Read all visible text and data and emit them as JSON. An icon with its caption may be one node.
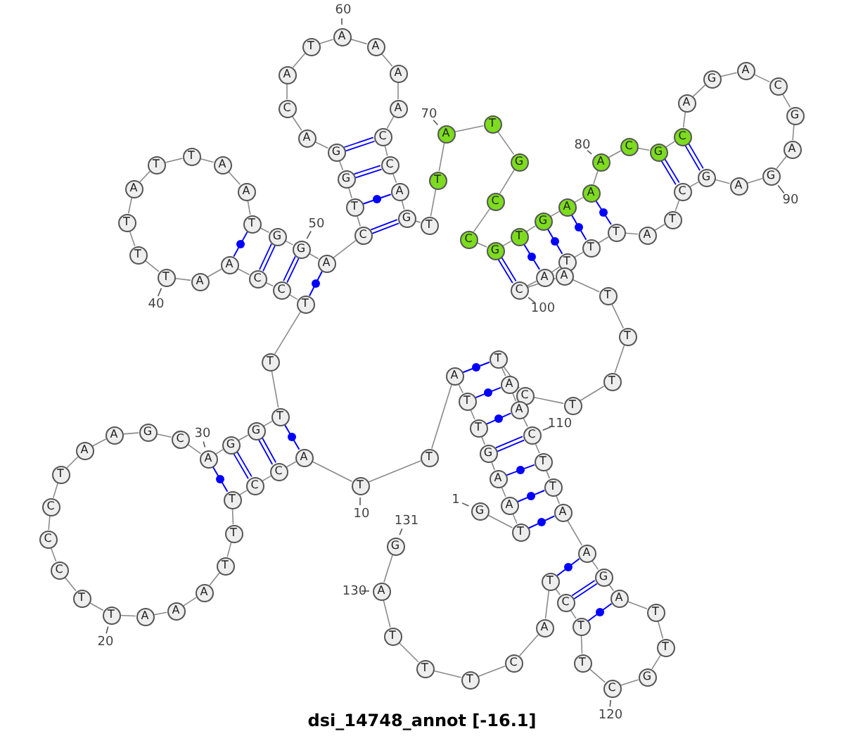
{
  "diagram": {
    "title": "dsi_14748_annot [-16.1]",
    "nodes": [
      {
        "text": [
          "G"
        ],
        "beside": [
          "1"
        ]
      },
      {
        "text": [
          "T"
        ]
      },
      {
        "text": [
          "A"
        ]
      },
      {
        "text": [
          "A"
        ]
      },
      {
        "text": [
          "G"
        ]
      },
      {
        "text": [
          "T"
        ]
      },
      {
        "text": [
          "T"
        ]
      },
      {
        "text": [
          "A"
        ]
      },
      {
        "text": [
          "T"
        ]
      },
      {
        "text": [
          "T"
        ],
        "beside": [
          "10"
        ]
      },
      {
        "text": [
          "A"
        ]
      },
      {
        "text": [
          "C"
        ]
      },
      {
        "text": [
          "C"
        ]
      },
      {
        "text": [
          "T"
        ]
      },
      {
        "text": [
          "T"
        ]
      },
      {
        "text": [
          "T"
        ]
      },
      {
        "text": [
          "A"
        ]
      },
      {
        "text": [
          "A"
        ]
      },
      {
        "text": [
          "A"
        ]
      },
      {
        "text": [
          "T"
        ],
        "beside": [
          "20"
        ]
      },
      {
        "text": [
          "T"
        ]
      },
      {
        "text": [
          "C"
        ]
      },
      {
        "text": [
          "C"
        ]
      },
      {
        "text": [
          "C"
        ]
      },
      {
        "text": [
          "T"
        ]
      },
      {
        "text": [
          "A"
        ]
      },
      {
        "text": [
          "A"
        ]
      },
      {
        "text": [
          "G"
        ]
      },
      {
        "text": [
          "C"
        ]
      },
      {
        "text": [
          "A"
        ],
        "beside": [
          "30"
        ]
      },
      {
        "text": [
          "G"
        ]
      },
      {
        "text": [
          "G"
        ]
      },
      {
        "text": [
          "T"
        ]
      },
      {
        "text": [
          "T"
        ]
      },
      {
        "text": [
          "T"
        ]
      },
      {
        "text": [
          "C"
        ]
      },
      {
        "text": [
          "C"
        ]
      },
      {
        "text": [
          "A"
        ]
      },
      {
        "text": [
          "A"
        ]
      },
      {
        "text": [
          "T"
        ],
        "beside": [
          "40"
        ]
      },
      {
        "text": [
          "T"
        ]
      },
      {
        "text": [
          "T"
        ]
      },
      {
        "text": [
          "A"
        ]
      },
      {
        "text": [
          "T"
        ]
      },
      {
        "text": [
          "T"
        ]
      },
      {
        "text": [
          "A"
        ]
      },
      {
        "text": [
          "A"
        ]
      },
      {
        "text": [
          "T"
        ]
      },
      {
        "text": [
          "G"
        ]
      },
      {
        "text": [
          "G"
        ],
        "beside": [
          "50"
        ]
      },
      {
        "text": [
          "A"
        ]
      },
      {
        "text": [
          "C"
        ]
      },
      {
        "text": [
          "T"
        ]
      },
      {
        "text": [
          "G"
        ]
      },
      {
        "text": [
          "G"
        ]
      },
      {
        "text": [
          "A"
        ]
      },
      {
        "text": [
          "C"
        ]
      },
      {
        "text": [
          "A"
        ]
      },
      {
        "text": [
          "T"
        ]
      },
      {
        "text": [
          "A"
        ],
        "beside": [
          "60"
        ]
      },
      {
        "text": [
          "A"
        ]
      },
      {
        "text": [
          "A"
        ]
      },
      {
        "text": [
          "A"
        ]
      },
      {
        "text": [
          "C"
        ]
      },
      {
        "text": [
          "C"
        ]
      },
      {
        "text": [
          "A"
        ]
      },
      {
        "text": [
          "G"
        ]
      },
      {
        "text": [
          "T"
        ]
      },
      {
        "text": [
          "T"
        ]
      },
      {
        "text": [
          "A"
        ],
        "beside": [
          "70"
        ]
      },
      {
        "text": [
          "T"
        ]
      },
      {
        "text": [
          "G"
        ]
      },
      {
        "text": [
          "C"
        ]
      },
      {
        "text": [
          "C"
        ]
      },
      {
        "text": [
          "G"
        ]
      },
      {
        "text": [
          "T"
        ]
      },
      {
        "text": [
          "G"
        ]
      },
      {
        "text": [
          "A"
        ]
      },
      {
        "text": [
          "A"
        ]
      },
      {
        "text": [
          "A"
        ],
        "beside": [
          "80"
        ]
      },
      {
        "text": [
          "C"
        ]
      },
      {
        "text": [
          "G"
        ]
      },
      {
        "text": [
          "C"
        ]
      },
      {
        "text": [
          "A"
        ]
      },
      {
        "text": [
          "G"
        ]
      },
      {
        "text": [
          "A"
        ]
      },
      {
        "text": [
          "C"
        ]
      },
      {
        "text": [
          "G"
        ]
      },
      {
        "text": [
          "A"
        ]
      },
      {
        "text": [
          "G"
        ],
        "beside": [
          "90"
        ]
      },
      {
        "text": [
          "A"
        ]
      },
      {
        "text": [
          "G"
        ]
      },
      {
        "text": [
          "C"
        ]
      },
      {
        "text": [
          "T"
        ]
      },
      {
        "text": [
          "A"
        ]
      },
      {
        "text": [
          "T"
        ]
      },
      {
        "text": [
          "T"
        ]
      },
      {
        "text": [
          "T"
        ]
      },
      {
        "text": [
          "A"
        ]
      },
      {
        "text": [
          "C"
        ],
        "beside": [
          "100"
        ]
      },
      {
        "text": [
          "A"
        ]
      },
      {
        "text": [
          "T"
        ]
      },
      {
        "text": [
          "T"
        ]
      },
      {
        "text": [
          "T"
        ]
      },
      {
        "text": [
          "T"
        ]
      },
      {
        "text": [
          "C"
        ]
      },
      {
        "text": [
          "T"
        ]
      },
      {
        "text": [
          "A"
        ]
      },
      {
        "text": [
          "A"
        ]
      },
      {
        "text": [
          "C"
        ],
        "beside": [
          "110"
        ]
      },
      {
        "text": [
          "T"
        ]
      },
      {
        "text": [
          "T"
        ]
      },
      {
        "text": [
          "A"
        ]
      },
      {
        "text": [
          "A"
        ]
      },
      {
        "text": [
          "G"
        ]
      },
      {
        "text": [
          "A"
        ]
      },
      {
        "text": [
          "T"
        ]
      },
      {
        "text": [
          "T"
        ]
      },
      {
        "text": [
          "G"
        ]
      },
      {
        "text": [
          "C"
        ],
        "beside": [
          "120"
        ]
      },
      {
        "text": [
          "T"
        ]
      },
      {
        "text": [
          "T"
        ]
      },
      {
        "text": [
          "C"
        ]
      },
      {
        "text": [
          "T"
        ]
      },
      {
        "text": [
          "A"
        ]
      },
      {
        "text": [
          "C"
        ]
      },
      {
        "text": [
          "T"
        ]
      },
      {
        "text": [
          "T"
        ]
      },
      {
        "text": [
          "T"
        ]
      },
      {
        "text": [
          "A"
        ],
        "beside": [
          "130"
        ]
      },
      {
        "text": [
          "G"
        ],
        "beside": [
          "131"
        ]
      }
    ],
    "edges": [
      {
        "from": 0,
        "to": 1,
        "arrow": "none"
      },
      {
        "from": 1,
        "to": 2,
        "arrow": "none"
      },
      {
        "from": 2,
        "to": 3,
        "arrow": "none"
      },
      {
        "from": 3,
        "to": 4,
        "arrow": "none"
      },
      {
        "from": 4,
        "to": 5,
        "arrow": "none"
      },
      {
        "from": 5,
        "to": 6,
        "arrow": "none"
      },
      {
        "from": 6,
        "to": 7,
        "arrow": "none"
      },
      {
        "from": 7,
        "to": 8,
        "arrow": "none"
      },
      {
        "from": 8,
        "to": 9,
        "arrow": "none"
      },
      {
        "from": 9,
        "to": 10,
        "arrow": "none"
      },
      {
        "from": 10,
        "to": 11,
        "arrow": "none"
      },
      {
        "from": 11,
        "to": 12,
        "arrow": "none"
      },
      {
        "from": 12,
        "to": 13,
        "arrow": "none"
      },
      {
        "from": 13,
        "to": 14,
        "arrow": "none"
      },
      {
        "from": 14,
        "to": 15,
        "arrow": "none"
      },
      {
        "from": 15,
        "to": 16,
        "arrow": "none"
      },
      {
        "from": 16,
        "to": 17,
        "arrow": "none"
      },
      {
        "from": 17,
        "to": 18,
        "arrow": "none"
      },
      {
        "from": 18,
        "to": 19,
        "arrow": "none"
      },
      {
        "from": 19,
        "to": 20,
        "arrow": "none"
      },
      {
        "from": 20,
        "to": 21,
        "arrow": "none"
      },
      {
        "from": 21,
        "to": 22,
        "arrow": "none"
      },
      {
        "from": 22,
        "to": 23,
        "arrow": "none"
      },
      {
        "from": 23,
        "to": 24,
        "arrow": "none"
      },
      {
        "from": 24,
        "to": 25,
        "arrow": "none"
      },
      {
        "from": 25,
        "to": 26,
        "arrow": "none"
      },
      {
        "from": 26,
        "to": 27,
        "arrow": "none"
      },
      {
        "from": 27,
        "to": 28,
        "arrow": "none"
      },
      {
        "from": 28,
        "to": 29,
        "arrow": "none"
      },
      {
        "from": 29,
        "to": 30,
        "arrow": "none"
      },
      {
        "from": 30,
        "to": 31,
        "arrow": "none"
      },
      {
        "from": 31,
        "to": 32,
        "arrow": "none"
      },
      {
        "from": 32,
        "to": 33,
        "arrow": "none"
      },
      {
        "from": 33,
        "to": 34,
        "arrow": "none"
      },
      {
        "from": 34,
        "to": 35,
        "arrow": "none"
      },
      {
        "from": 35,
        "to": 36,
        "arrow": "none"
      },
      {
        "from": 36,
        "to": 37,
        "arrow": "none"
      },
      {
        "from": 37,
        "to": 38,
        "arrow": "none"
      },
      {
        "from": 38,
        "to": 39,
        "arrow": "none"
      },
      {
        "from": 39,
        "to": 40,
        "arrow": "none"
      },
      {
        "from": 40,
        "to": 41,
        "arrow": "none"
      },
      {
        "from": 41,
        "to": 42,
        "arrow": "none"
      },
      {
        "from": 42,
        "to": 43,
        "arrow": "none"
      },
      {
        "from": 43,
        "to": 44,
        "arrow": "none"
      },
      {
        "from": 44,
        "to": 45,
        "arrow": "none"
      },
      {
        "from": 45,
        "to": 46,
        "arrow": "none"
      },
      {
        "from": 46,
        "to": 47,
        "arrow": "none"
      },
      {
        "from": 47,
        "to": 48,
        "arrow": "none"
      },
      {
        "from": 48,
        "to": 49,
        "arrow": "none"
      },
      {
        "from": 49,
        "to": 50,
        "arrow": "none"
      },
      {
        "from": 50,
        "to": 51,
        "arrow": "none"
      },
      {
        "from": 51,
        "to": 52,
        "arrow": "none"
      },
      {
        "from": 52,
        "to": 53,
        "arrow": "none"
      },
      {
        "from": 53,
        "to": 54,
        "arrow": "none"
      },
      {
        "from": 54,
        "to": 55,
        "arrow": "none"
      },
      {
        "from": 55,
        "to": 56,
        "arrow": "none"
      },
      {
        "from": 56,
        "to": 57,
        "arrow": "none"
      },
      {
        "from": 57,
        "to": 58,
        "arrow": "none"
      },
      {
        "from": 58,
        "to": 59,
        "arrow": "none"
      },
      {
        "from": 59,
        "to": 60,
        "arrow": "none"
      },
      {
        "from": 60,
        "to": 61,
        "arrow": "none"
      },
      {
        "from": 61,
        "to": 62,
        "arrow": "none"
      },
      {
        "from": 62,
        "to": 63,
        "arrow": "none"
      },
      {
        "from": 63,
        "to": 64,
        "arrow": "none"
      },
      {
        "from": 64,
        "to": 65,
        "arrow": "none"
      },
      {
        "from": 65,
        "to": 66,
        "arrow": "none"
      },
      {
        "from": 66,
        "to": 67,
        "arrow": "none"
      },
      {
        "from": 67,
        "to": 68,
        "arrow": "none"
      },
      {
        "from": 68,
        "to": 69,
        "arrow": "none"
      },
      {
        "from": 69,
        "to": 70,
        "arrow": "none"
      },
      {
        "from": 70,
        "to": 71,
        "arrow": "none"
      },
      {
        "from": 71,
        "to": 72,
        "arrow": "none"
      },
      {
        "from": 72,
        "to": 73,
        "arrow": "none"
      },
      {
        "from": 73,
        "to": 74,
        "arrow": "none"
      },
      {
        "from": 74,
        "to": 75,
        "arrow": "none"
      },
      {
        "from": 75,
        "to": 76,
        "arrow": "none"
      },
      {
        "from": 76,
        "to": 77,
        "arrow": "none"
      },
      {
        "from": 77,
        "to": 78,
        "arrow": "none"
      },
      {
        "from": 78,
        "to": 79,
        "arrow": "none"
      },
      {
        "from": 79,
        "to": 80,
        "arrow": "none"
      },
      {
        "from": 80,
        "to": 81,
        "arrow": "none"
      },
      {
        "from": 81,
        "to": 82,
        "arrow": "none"
      },
      {
        "from": 82,
        "to": 83,
        "arrow": "none"
      },
      {
        "from": 83,
        "to": 84,
        "arrow": "none"
      },
      {
        "from": 84,
        "to": 85,
        "arrow": "none"
      },
      {
        "from": 85,
        "to": 86,
        "arrow": "none"
      },
      {
        "from": 86,
        "to": 87,
        "arrow": "none"
      },
      {
        "from": 87,
        "to": 88,
        "arrow": "none"
      },
      {
        "from": 88,
        "to": 89,
        "arrow": "none"
      },
      {
        "from": 89,
        "to": 90,
        "arrow": "none"
      },
      {
        "from": 90,
        "to": 91,
        "arrow": "none"
      },
      {
        "from": 91,
        "to": 92,
        "arrow": "none"
      },
      {
        "from": 92,
        "to": 93,
        "arrow": "none"
      },
      {
        "from": 93,
        "to": 94,
        "arrow": "none"
      },
      {
        "from": 94,
        "to": 95,
        "arrow": "none"
      },
      {
        "from": 95,
        "to": 96,
        "arrow": "none"
      },
      {
        "from": 96,
        "to": 97,
        "arrow": "none"
      },
      {
        "from": 97,
        "to": 98,
        "arrow": "none"
      },
      {
        "from": 98,
        "to": 99,
        "arrow": "none"
      },
      {
        "from": 99,
        "to": 100,
        "arrow": "none"
      },
      {
        "from": 100,
        "to": 101,
        "arrow": "none"
      },
      {
        "from": 101,
        "to": 102,
        "arrow": "none"
      },
      {
        "from": 102,
        "to": 103,
        "arrow": "none"
      },
      {
        "from": 103,
        "to": 104,
        "arrow": "none"
      },
      {
        "from": 104,
        "to": 105,
        "arrow": "none"
      },
      {
        "from": 105,
        "to": 106,
        "arrow": "none"
      },
      {
        "from": 106,
        "to": 107,
        "arrow": "none"
      },
      {
        "from": 107,
        "to": 108,
        "arrow": "none"
      },
      {
        "from": 108,
        "to": 109,
        "arrow": "none"
      },
      {
        "from": 109,
        "to": 110,
        "arrow": "none"
      },
      {
        "from": 110,
        "to": 111,
        "arrow": "none"
      },
      {
        "from": 111,
        "to": 112,
        "arrow": "none"
      },
      {
        "from": 112,
        "to": 113,
        "arrow": "none"
      },
      {
        "from": 113,
        "to": 114,
        "arrow": "none"
      },
      {
        "from": 114,
        "to": 115,
        "arrow": "none"
      },
      {
        "from": 115,
        "to": 116,
        "arrow": "none"
      },
      {
        "from": 116,
        "to": 117,
        "arrow": "none"
      },
      {
        "from": 117,
        "to": 118,
        "arrow": "none"
      },
      {
        "from": 118,
        "to": 119,
        "arrow": "none"
      },
      {
        "from": 119,
        "to": 120,
        "arrow": "none"
      },
      {
        "from": 120,
        "to": 121,
        "arrow": "none"
      },
      {
        "from": 121,
        "to": 122,
        "arrow": "none"
      },
      {
        "from": 122,
        "to": 123,
        "arrow": "none"
      },
      {
        "from": 123,
        "to": 124,
        "arrow": "none"
      },
      {
        "from": 124,
        "to": 125,
        "arrow": "none"
      },
      {
        "from": 125,
        "to": 126,
        "arrow": "none"
      },
      {
        "from": 126,
        "to": 127,
        "arrow": "none"
      },
      {
        "from": 127,
        "to": 128,
        "arrow": "none"
      },
      {
        "from": 128,
        "to": 129,
        "arrow": "none"
      },
      {
        "from": 129,
        "to": 130,
        "arrow": "none"
      },
      {
        "from": 1,
        "to": 112,
        "arrow": "none",
        "color": "#0000ff"
      },
      {
        "from": 2,
        "to": 111,
        "arrow": "none",
        "color": "#0000ff"
      },
      {
        "from": 3,
        "to": 110,
        "arrow": "none",
        "color": "#0000ff"
      },
      {
        "from": 4,
        "to": 109,
        "arrow": "none",
        "color": "#0000ff"
      },
      {
        "from": 5,
        "to": 108,
        "arrow": "none",
        "color": "#0000ff"
      },
      {
        "from": 6,
        "to": 107,
        "arrow": "none",
        "color": "#0000ff"
      },
      {
        "from": 7,
        "to": 106,
        "arrow": "none",
        "color": "#0000ff"
      },
      {
        "from": 10,
        "to": 32,
        "arrow": "none",
        "color": "#0000ff"
      },
      {
        "from": 11,
        "to": 31,
        "arrow": "none",
        "color": "#0000ff"
      },
      {
        "from": 12,
        "to": 30,
        "arrow": "none",
        "color": "#0000ff"
      },
      {
        "from": 13,
        "to": 29,
        "arrow": "none",
        "color": "#0000ff"
      },
      {
        "from": 34,
        "to": 50,
        "arrow": "none",
        "color": "#0000ff"
      },
      {
        "from": 35,
        "to": 49,
        "arrow": "none",
        "color": "#0000ff"
      },
      {
        "from": 36,
        "to": 48,
        "arrow": "none",
        "color": "#0000ff"
      },
      {
        "from": 37,
        "to": 47,
        "arrow": "none",
        "color": "#0000ff"
      },
      {
        "from": 51,
        "to": 66,
        "arrow": "none",
        "color": "#0000ff"
      },
      {
        "from": 52,
        "to": 65,
        "arrow": "none",
        "color": "#0000ff"
      },
      {
        "from": 53,
        "to": 64,
        "arrow": "none",
        "color": "#0000ff"
      },
      {
        "from": 54,
        "to": 63,
        "arrow": "none",
        "color": "#0000ff"
      },
      {
        "from": 74,
        "to": 99,
        "arrow": "none",
        "color": "#0000ff"
      },
      {
        "from": 75,
        "to": 98,
        "arrow": "none",
        "color": "#0000ff"
      },
      {
        "from": 76,
        "to": 97,
        "arrow": "none",
        "color": "#0000ff"
      },
      {
        "from": 77,
        "to": 96,
        "arrow": "none",
        "color": "#0000ff"
      },
      {
        "from": 78,
        "to": 95,
        "arrow": "none",
        "color": "#0000ff"
      },
      {
        "from": 81,
        "to": 92,
        "arrow": "none",
        "color": "#0000ff"
      },
      {
        "from": 82,
        "to": 91,
        "arrow": "none",
        "color": "#0000ff"
      },
      {
        "from": 113,
        "to": 123,
        "arrow": "none",
        "color": "#0000ff"
      },
      {
        "from": 114,
        "to": 122,
        "arrow": "none",
        "color": "#0000ff"
      },
      {
        "from": 115,
        "to": 121,
        "arrow": "none",
        "color": "#0000ff"
      }
    ]
  }
}
